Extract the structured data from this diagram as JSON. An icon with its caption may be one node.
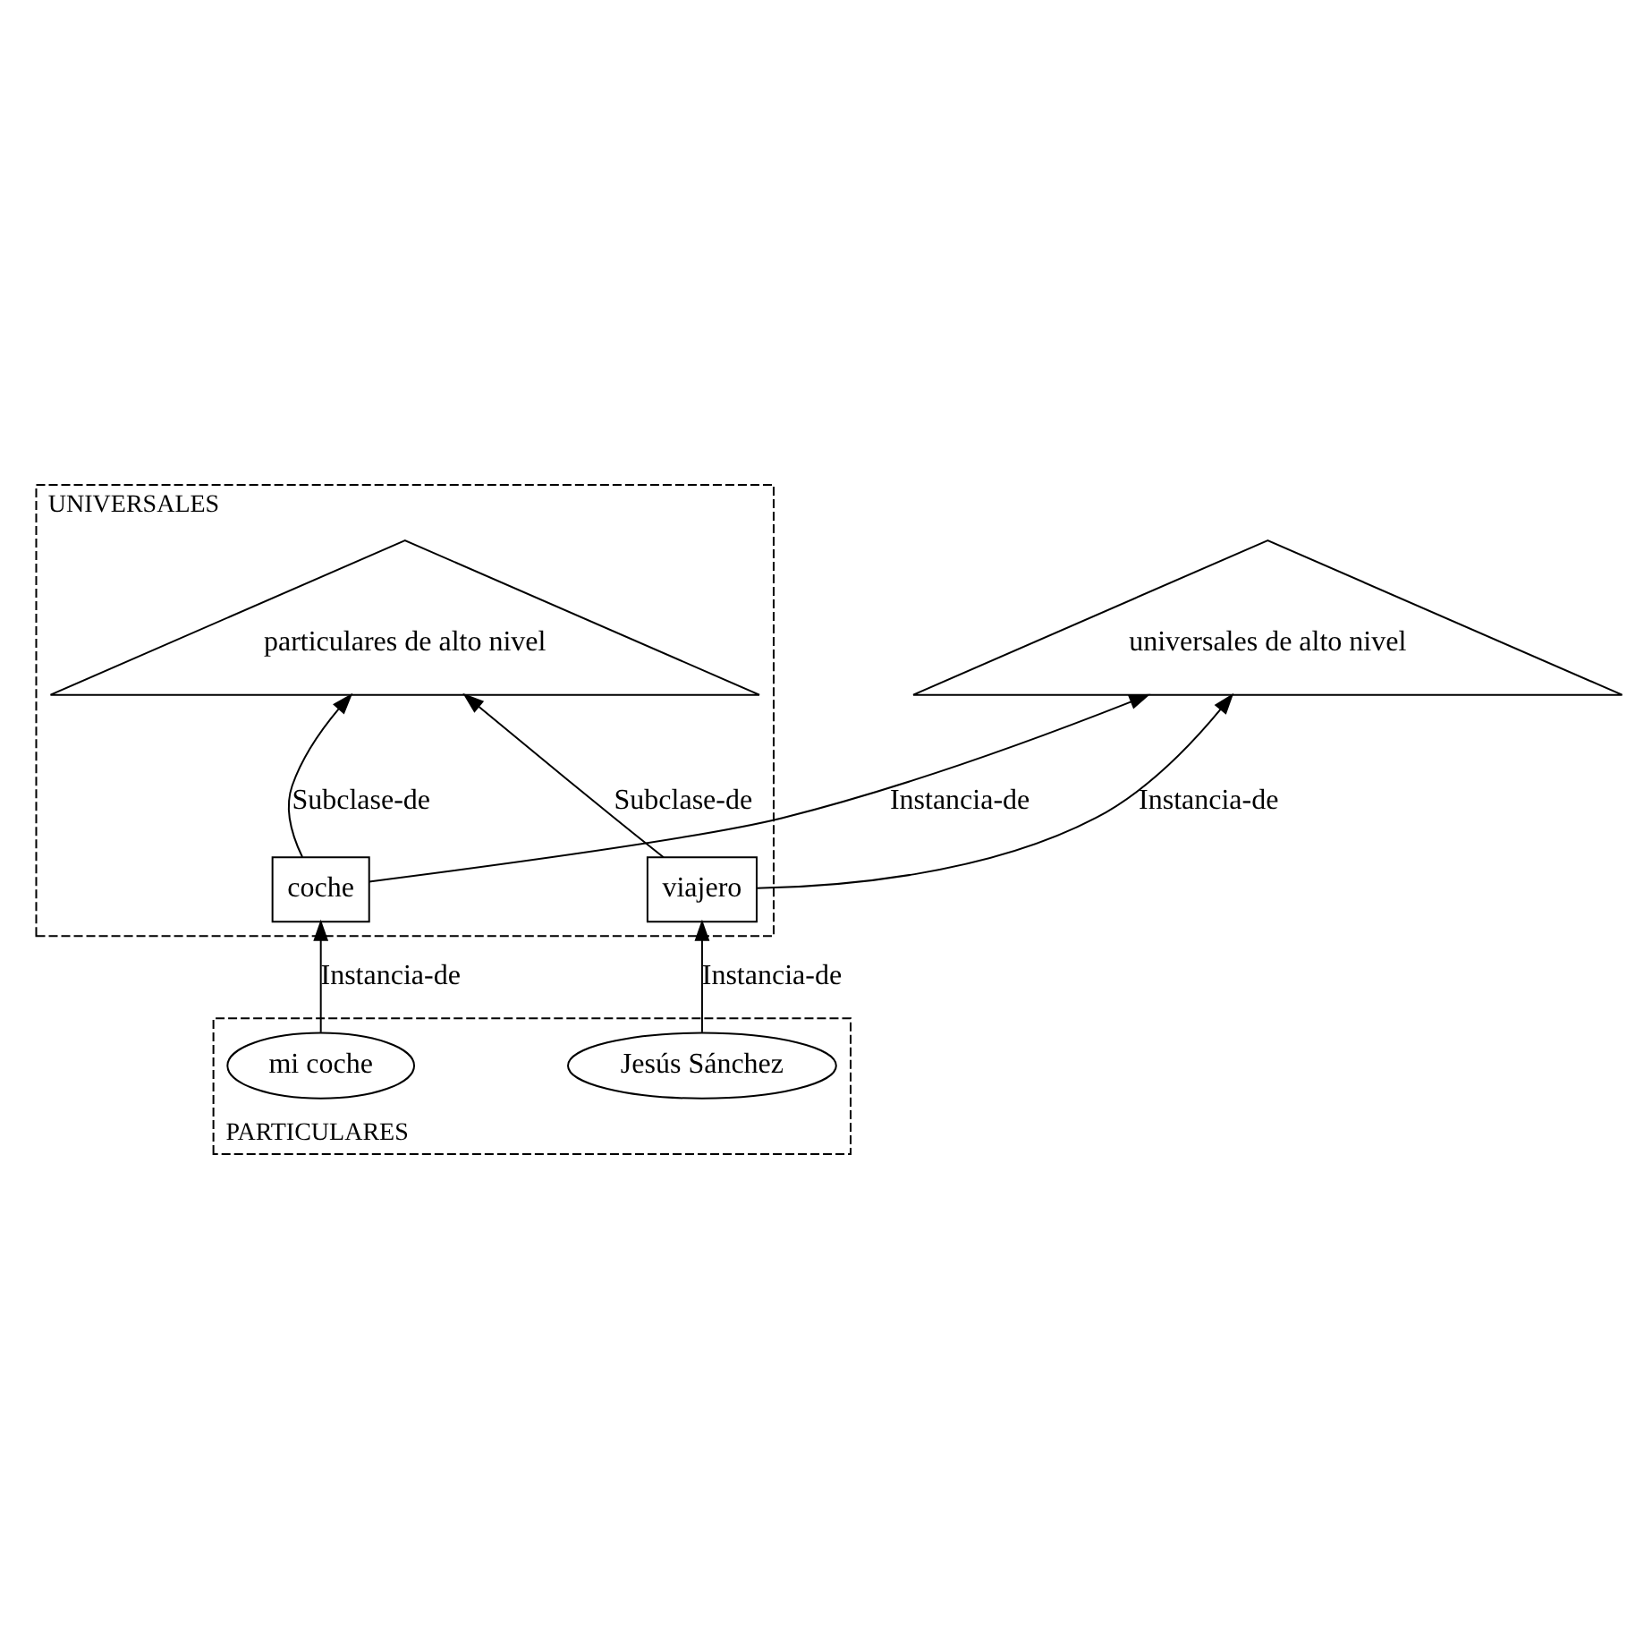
{
  "diagram": {
    "nodes": [
      {
        "text": [
          "universales de alto nivel"
        ]
      },
      {
        "text": [
          "UNIVERSALES"
        ]
      },
      {
        "text": [
          "particulares de alto nivel"
        ],
        "in": 1
      },
      {
        "text": [
          "coche"
        ],
        "in": 1
      },
      {
        "text": [
          "viajero"
        ],
        "in": 1
      },
      {
        "text": [
          "PARTICULARES"
        ]
      },
      {
        "text": [
          "mi coche"
        ],
        "in": 5
      },
      {
        "text": [
          "Jesús Sánchez"
        ],
        "in": 5
      }
    ],
    "edges": [
      {
        "from": 3,
        "to": 0,
        "arrow": "to",
        "label": "Instancia-de"
      },
      {
        "from": 4,
        "to": 0,
        "arrow": "to",
        "label": "Instancia-de"
      },
      {
        "from": 3,
        "to": 2,
        "arrow": "to",
        "label": "Subclase-de"
      },
      {
        "from": 4,
        "to": 2,
        "arrow": "to",
        "label": "Subclase-de"
      },
      {
        "from": 6,
        "to": 3,
        "arrow": "to",
        "label": "Instancia-de"
      },
      {
        "from": 7,
        "to": 4,
        "arrow": "to",
        "label": "Instancia-de"
      }
    ]
  }
}
